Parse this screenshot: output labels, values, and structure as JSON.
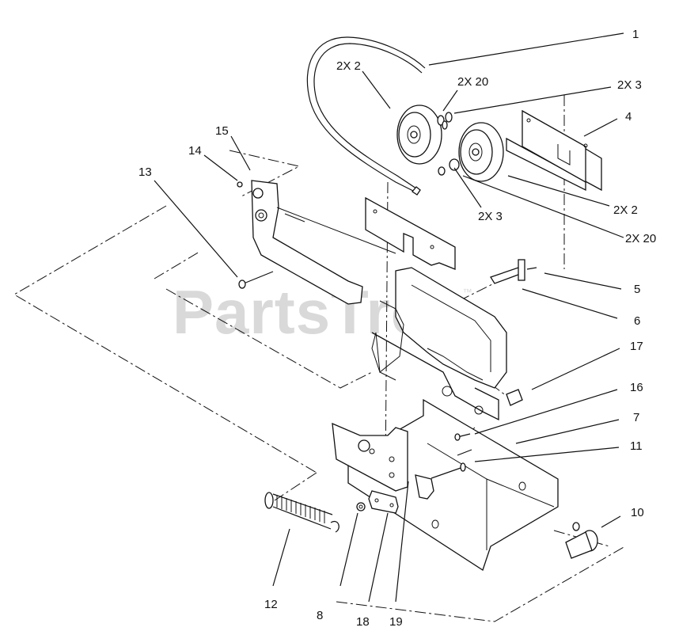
{
  "watermark": {
    "text": "PartsTree",
    "mark": "™"
  },
  "callouts": [
    {
      "id": "1",
      "text": "1"
    },
    {
      "id": "2x2-top",
      "text": "2X 2"
    },
    {
      "id": "2x20-top",
      "text": "2X 20"
    },
    {
      "id": "2x3-top",
      "text": "2X 3"
    },
    {
      "id": "4",
      "text": "4"
    },
    {
      "id": "15",
      "text": "15"
    },
    {
      "id": "14",
      "text": "14"
    },
    {
      "id": "13",
      "text": "13"
    },
    {
      "id": "2x3-mid",
      "text": "2X 3"
    },
    {
      "id": "2x2-right",
      "text": "2X 2"
    },
    {
      "id": "2x20-right",
      "text": "2X 20"
    },
    {
      "id": "5",
      "text": "5"
    },
    {
      "id": "6",
      "text": "6"
    },
    {
      "id": "17",
      "text": "17"
    },
    {
      "id": "16",
      "text": "16"
    },
    {
      "id": "7",
      "text": "7"
    },
    {
      "id": "11",
      "text": "11"
    },
    {
      "id": "10",
      "text": "10"
    },
    {
      "id": "12",
      "text": "12"
    },
    {
      "id": "8",
      "text": "8"
    },
    {
      "id": "18",
      "text": "18"
    },
    {
      "id": "19",
      "text": "19"
    }
  ]
}
